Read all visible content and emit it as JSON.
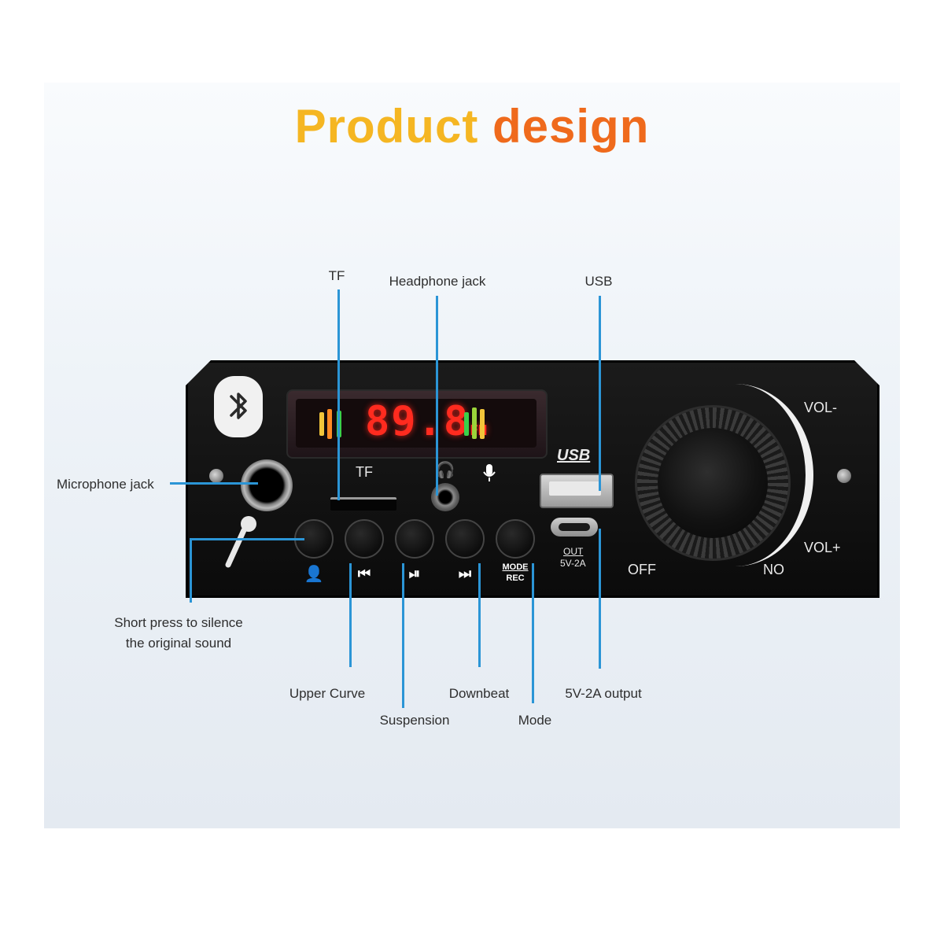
{
  "title": {
    "word1": "Product",
    "word2": "design"
  },
  "callouts": {
    "tf": "TF",
    "headphone_jack": "Headphone jack",
    "usb": "USB",
    "microphone_jack": "Microphone jack",
    "silence_line1": "Short press to silence",
    "silence_line2": "the original sound",
    "upper_curve": "Upper Curve",
    "suspension": "Suspension",
    "downbeat": "Downbeat",
    "mode": "Mode",
    "output": "5V-2A output"
  },
  "panel": {
    "display_digits": "89.8",
    "display_unit": "FM",
    "tf_label": "TF",
    "usb_logo": "USB",
    "out_label": "OUT",
    "out_spec": "5V-2A",
    "vol_minus": "VOL-",
    "vol_plus": "VOL+",
    "off": "OFF",
    "on": "NO",
    "mode_label": "MODE",
    "rec_label": "REC"
  },
  "colors": {
    "title_word1": "#f5b622",
    "title_word2": "#ef6a1c",
    "callout_line": "#2b95d6",
    "display_digits": "#ff2b1f"
  }
}
